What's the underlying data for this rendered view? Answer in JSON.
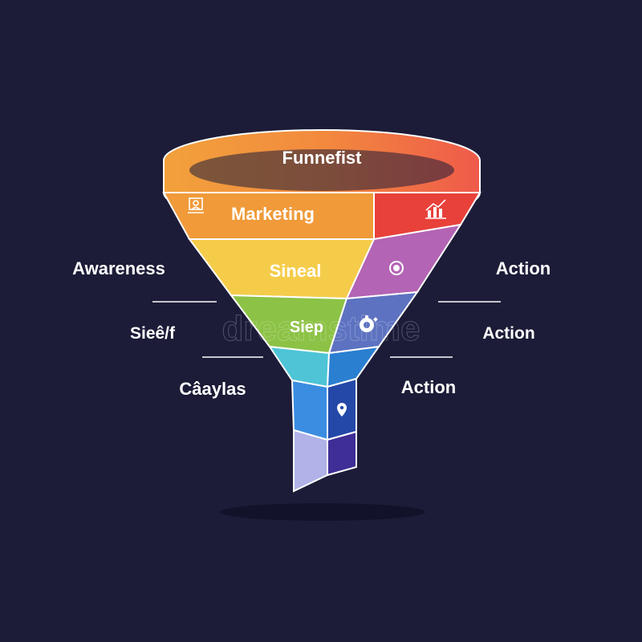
{
  "background": "#1c1c38",
  "title": "Funnefist",
  "stages": [
    {
      "label": "Marketing",
      "color": "#f09a3a",
      "side_color": "#e8413a"
    },
    {
      "label": "Sineal",
      "color": "#f5cc4a",
      "side_color": "#b364b4"
    },
    {
      "label": "Siep",
      "color": "#8cc245",
      "side_color": "#5d72c0"
    },
    {
      "label": "",
      "color": "#4ec4d6",
      "side_color": "#2a7fd0"
    },
    {
      "label": "",
      "color": "#3a8de0",
      "side_color": "#2448a8"
    },
    {
      "label": "",
      "color": "#b0b2e8",
      "side_color": "#3e2e96"
    }
  ],
  "left_labels": [
    "Awareness",
    "Sieê/f",
    "Câaylas"
  ],
  "right_labels": [
    "Action",
    "Action",
    "Action"
  ],
  "icons": [
    "portrait-frame-icon",
    "bar-chart-icon",
    "target-icon",
    "gear-icon",
    "location-pin-icon"
  ],
  "watermark": "dreamstime"
}
